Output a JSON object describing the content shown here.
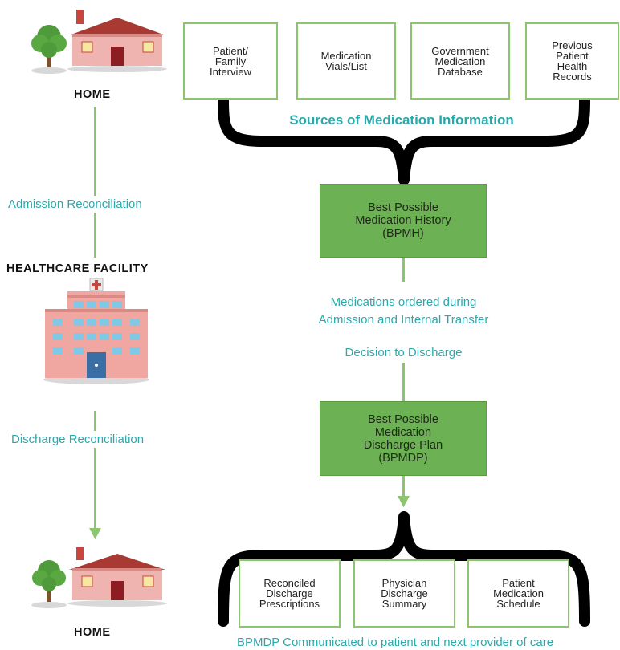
{
  "locations": {
    "home_top": "HOME",
    "facility": "HEALTHCARE FACILITY",
    "home_bottom": "HOME"
  },
  "reconciliation": {
    "admission": "Admission Reconciliation",
    "discharge": "Discharge Reconciliation"
  },
  "sources": {
    "title": "Sources of Medication Information",
    "items": [
      "Patient/\nFamily\nInterview",
      "Medication\nVials/List",
      "Government\nMedication\nDatabase",
      "Previous\nPatient\nHealth\nRecords"
    ]
  },
  "bpmh": "Best Possible\nMedication History\n(BPMH)",
  "flow": {
    "ordered": "Medications ordered during\nAdmission and Internal Transfer",
    "decision": "Decision to Discharge"
  },
  "bpmdp": "Best Possible\nMedication\nDischarge Plan\n(BPMDP)",
  "outputs": {
    "items": [
      "Reconciled\nDischarge\nPrescriptions",
      "Physician\nDischarge\nSummary",
      "Patient\nMedication\nSchedule"
    ],
    "caption": "BPMDP Communicated to patient and next provider of care"
  },
  "colors": {
    "green_box": "#6cb153",
    "green_line": "#8cc56e",
    "teal_text": "#2aa9ad"
  }
}
